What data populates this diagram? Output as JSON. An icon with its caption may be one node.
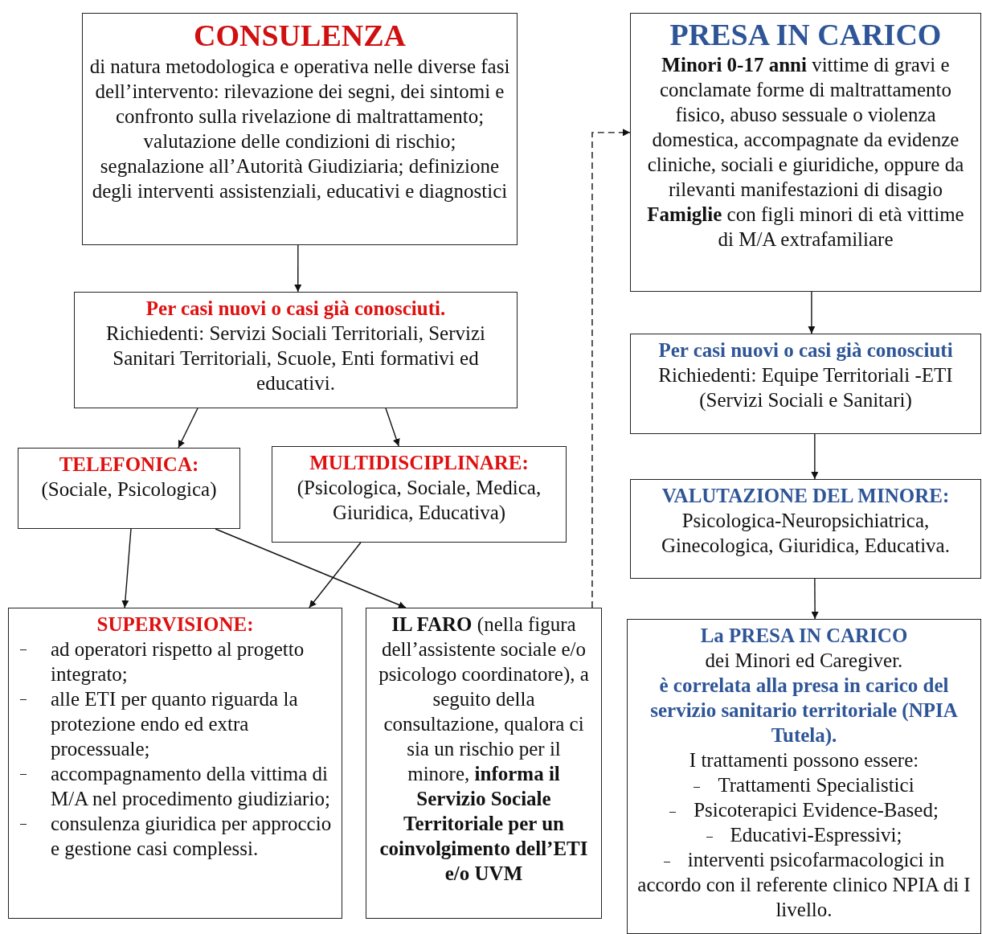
{
  "diagram": {
    "nodes": [
      {
        "text": [
          "CONSULENZA",
          "di natura metodologica e operativa nelle diverse fasi dell’intervento: rilevazione dei segni, dei sintomi e confronto sulla rivelazione di maltrattamento; valutazione delle condizioni di rischio; segnalazione all’Autorità Giudiziaria; definizione degli interventi assistenziali, educativi e diagnostici"
        ]
      },
      {
        "text": [
          "Per casi nuovi o casi già conosciuti.",
          "Richiedenti: Servizi Sociali Territoriali, Servizi Sanitari Territoriali, Scuole, Enti formativi ed educativi."
        ]
      },
      {
        "text": [
          "TELEFONICA:",
          "(Sociale, Psicologica)"
        ]
      },
      {
        "text": [
          "MULTIDISCIPLINARE:",
          "(Psicologica, Sociale, Medica, Giuridica, Educativa)"
        ]
      },
      {
        "text": [
          "SUPERVISIONE:",
          "ad operatori rispetto al progetto integrato;",
          "alle ETI per quanto riguarda la protezione endo ed extra processuale;",
          "accompagnamento della vittima di M/A nel procedimento giudiziario;",
          "consulenza giuridica per approccio e gestione casi complessi."
        ]
      },
      {
        "text": [
          "**IL FARO** (nella figura dell’assistente sociale e/o psicologo coordinatore), a seguito della consultazione, qualora ci sia un rischio per il minore, **informa il Servizio Sociale Territoriale per un coinvolgimento dell’ETI e/o UVM**"
        ]
      },
      {
        "text": [
          "PRESA IN CARICO",
          "**Minori 0-17 anni** vittime di gravi e conclamate forme di maltrattamento fisico, abuso sessuale o violenza domestica, accompagnate da evidenze cliniche, sociali e giuridiche, oppure da rilevanti manifestazioni di disagio",
          "**Famiglie** con figli minori di età vittime di M/A extrafamiliare"
        ]
      },
      {
        "text": [
          "Per casi nuovi o casi già conosciuti",
          "Richiedenti: Equipe Territoriali -ETI (Servizi Sociali e Sanitari)"
        ]
      },
      {
        "text": [
          "VALUTAZIONE DEL MINORE:",
          "Psicologica-Neuropsichiatrica, Ginecologica, Giuridica, Educativa."
        ]
      },
      {
        "text": [
          "La PRESA IN CARICO",
          "dei Minori ed Caregiver.",
          "è correlata alla presa in carico del servizio sanitario territoriale (NPIA Tutela).",
          "I trattamenti possono essere:",
          "Trattamenti Specialistici",
          "Psicoterapici Evidence-Based;",
          "Educativi-Espressivi;",
          "interventi psicofarmacologici in accordo con il referente clinico NPIA di I livello."
        ]
      }
    ],
    "edges": [
      {
        "from": 0,
        "to": 1,
        "arrow": "to"
      },
      {
        "from": 1,
        "to": 2,
        "arrow": "to"
      },
      {
        "from": 1,
        "to": 3,
        "arrow": "to"
      },
      {
        "from": 2,
        "to": 4,
        "arrow": "to"
      },
      {
        "from": 2,
        "to": 5,
        "arrow": "to"
      },
      {
        "from": 3,
        "to": 4,
        "arrow": "to"
      },
      {
        "from": 5,
        "to": 6,
        "arrow": "to",
        "style": "dashed"
      },
      {
        "from": 6,
        "to": 7,
        "arrow": "to"
      },
      {
        "from": 7,
        "to": 8,
        "arrow": "to"
      },
      {
        "from": 8,
        "to": 9,
        "arrow": "to"
      }
    ]
  }
}
